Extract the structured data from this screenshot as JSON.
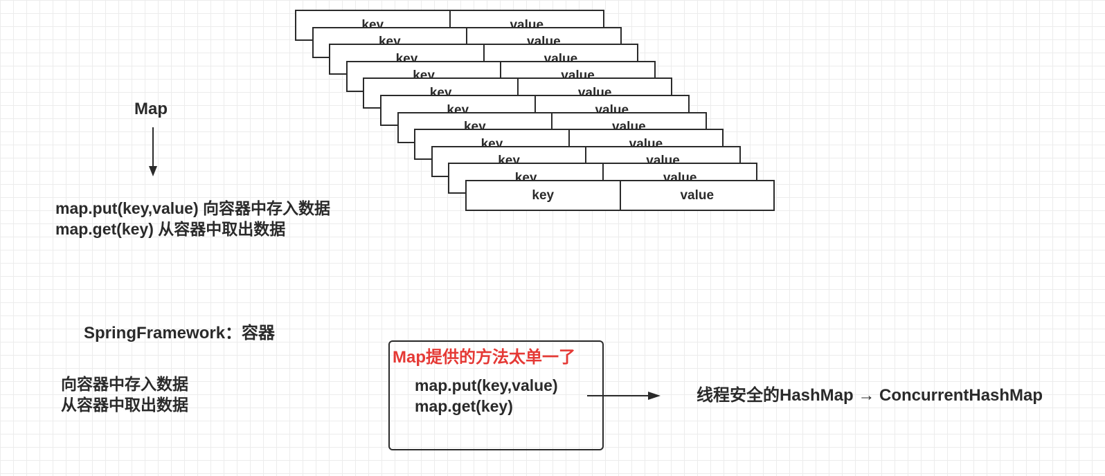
{
  "map": {
    "title": "Map",
    "methods": [
      "map.put(key,value)  向容器中存入数据",
      "map.get(key)  从容器中取出数据"
    ]
  },
  "spring": {
    "title": "SpringFramework：容器",
    "lines": [
      "向容器中存入数据",
      "从容器中取出数据"
    ]
  },
  "entries": {
    "count": 11,
    "key_label": "key",
    "value_label": "value"
  },
  "callout": {
    "title": "Map提供的方法太单一了",
    "title_color": "#e53935",
    "lines": [
      "map.put(key,value)",
      "map.get(key)"
    ]
  },
  "threadsafe": {
    "text": "线程安全的HashMap → ConcurrentHashMap"
  },
  "colors": {
    "ink": "#2a2a2a",
    "grid": "#ececec",
    "accent": "#e53935"
  }
}
